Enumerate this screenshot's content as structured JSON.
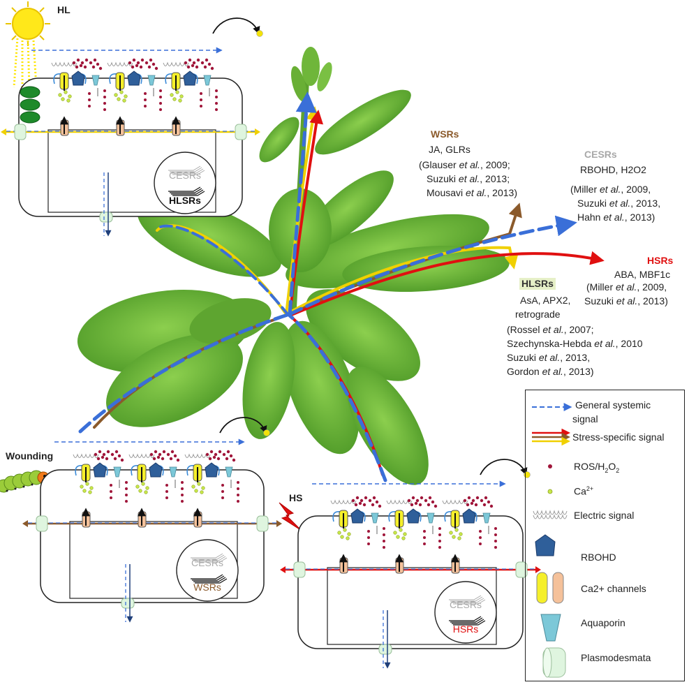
{
  "labels": {
    "hl": "HL",
    "wounding": "Wounding",
    "hs": "HS"
  },
  "cell_labels": {
    "hl": {
      "top": "CESRs",
      "bottom": "HLSRs"
    },
    "wound": {
      "top": "CESRs",
      "bottom": "WSRs"
    },
    "hs": {
      "top": "CESRs",
      "bottom": "HSRs"
    }
  },
  "annotations": {
    "wsrs": {
      "title": "WSRs",
      "line1": "JA, GLRs",
      "refs": [
        {
          "pre": "(Glauser ",
          "etal": "et al.",
          "post": ", 2009;"
        },
        {
          "pre": "Suzuki ",
          "etal": "et al.",
          "post": ", 2013;"
        },
        {
          "pre": "Mousavi ",
          "etal": "et al.",
          "post": ", 2013)"
        }
      ]
    },
    "cesrs": {
      "title": "CESRs",
      "line1": "RBOHD, H2O2",
      "refs": [
        {
          "pre": "(Miller ",
          "etal": "et al.",
          "post": ", 2009,"
        },
        {
          "pre": "Suzuki ",
          "etal": "et al.",
          "post": ", 2013,"
        },
        {
          "pre": "Hahn ",
          "etal": "et al.",
          "post": ", 2013)"
        }
      ]
    },
    "hsrs": {
      "title": "HSRs",
      "line1": "ABA, MBF1c",
      "refs": [
        {
          "pre": "(Miller ",
          "etal": "et al.",
          "post": ", 2009,"
        },
        {
          "pre": "Suzuki ",
          "etal": "et al.",
          "post": ", 2013)"
        }
      ]
    },
    "hlsrs": {
      "title": "HLSRs",
      "line1": "AsA, APX2,",
      "line2": "retrograde",
      "refs": [
        {
          "pre": "(Rossel ",
          "etal": "et al.",
          "post": ", 2007;"
        },
        {
          "pre": "Szechynska-Hebda ",
          "etal": "et al.",
          "post": ", 2010"
        },
        {
          "pre": "Suzuki ",
          "etal": "et al.",
          "post": ", 2013,"
        },
        {
          "pre": "Gordon ",
          "etal": "et al.",
          "post": ", 2013)"
        }
      ]
    }
  },
  "legend": {
    "general_line1": "General systemic",
    "general_line2": "signal",
    "stress": "Stress-specific signal",
    "ros": "ROS/H",
    "ros_sub": "2",
    "ros_o": "O",
    "ros_sub2": "2",
    "ca": "Ca",
    "ca_sup": "2+",
    "electric": "Electric signal",
    "rbohd": "RBOHD",
    "channels": "Ca2+ channels",
    "aquaporin": "Aquaporin",
    "plasmodesmata": "Plasmodesmata"
  },
  "colors": {
    "general_signal": "#3a6fd8",
    "wsrs": "#8b5a2b",
    "hsrs": "#e01010",
    "hlsrs": "#f0d000",
    "cesrs": "#9a9a9a",
    "leaf": "#6fb63a",
    "ros": "#a0163a",
    "rbohd": "#2f5f9a"
  }
}
